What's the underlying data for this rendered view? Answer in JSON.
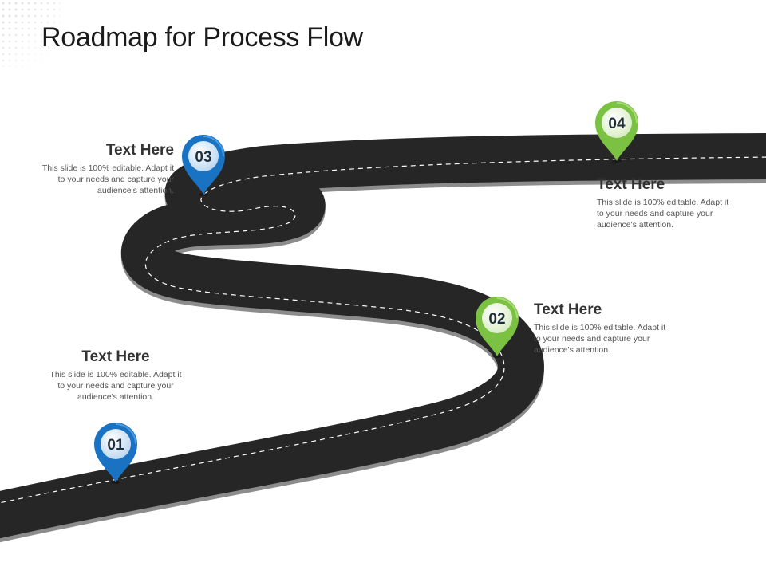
{
  "slide": {
    "title": "Roadmap for Process Flow"
  },
  "colors": {
    "road": "#262626",
    "road_edge": "#8c8c8c",
    "lane_marking": "#ffffff",
    "blue_pin": "#1a73c2",
    "blue_inner": "#cfe4f7",
    "green_pin": "#7cc242",
    "green_inner": "#e9f5dc",
    "pin_text": "#1f2d3d"
  },
  "milestones": [
    {
      "number": "01",
      "heading": "Text Here",
      "description": "This slide is 100% editable. Adapt it to your needs and capture your audience's attention.",
      "pin_color": "blue"
    },
    {
      "number": "02",
      "heading": "Text Here",
      "description": "This slide is 100% editable. Adapt it to your needs and capture your audience's attention.",
      "pin_color": "green"
    },
    {
      "number": "03",
      "heading": "Text Here",
      "description": "This slide is 100% editable. Adapt it to your needs and capture your audience's attention.",
      "pin_color": "blue"
    },
    {
      "number": "04",
      "heading": "Text Here",
      "description": "This slide is 100% editable. Adapt it to your needs and capture your audience's attention.",
      "pin_color": "green"
    }
  ]
}
